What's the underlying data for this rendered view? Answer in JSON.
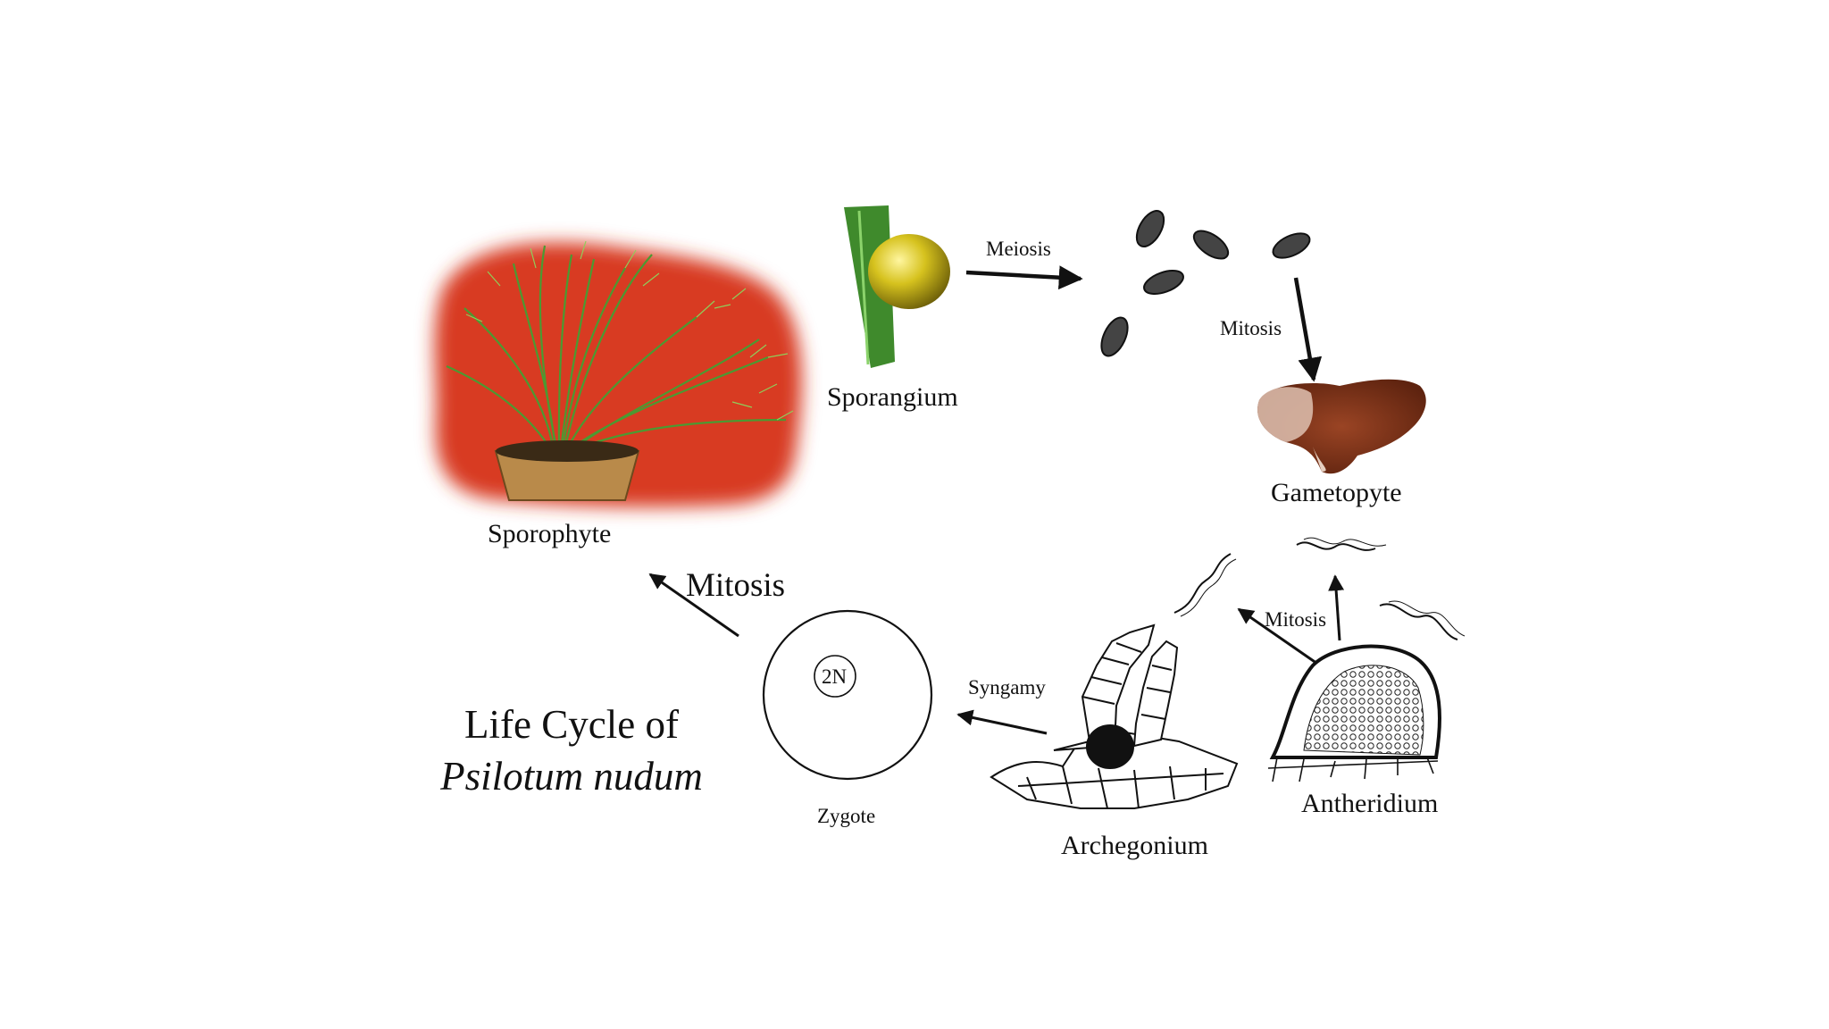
{
  "title": {
    "line1": "Life Cycle of",
    "line2": "Psilotum nudum"
  },
  "stages": {
    "sporophyte": "Sporophyte",
    "sporangium": "Sporangium",
    "gametophyte": "Gametopyte",
    "antheridium": "Antheridium",
    "archegonium": "Archegonium",
    "zygote": "Zygote",
    "zygote_ploidy": "2N"
  },
  "processes": {
    "meiosis": "Meiosis",
    "mitosis_spores": "Mitosis",
    "mitosis_sperm": "Mitosis",
    "syngamy": "Syngamy",
    "mitosis_sporophyte": "Mitosis"
  },
  "colors": {
    "sporophyte_background": "#d83a22",
    "stem_green": "#3f8a2c",
    "sporangium_yellow": "#d6c21e",
    "gametophyte_brown": "#8a3b1e",
    "ink": "#111111"
  }
}
